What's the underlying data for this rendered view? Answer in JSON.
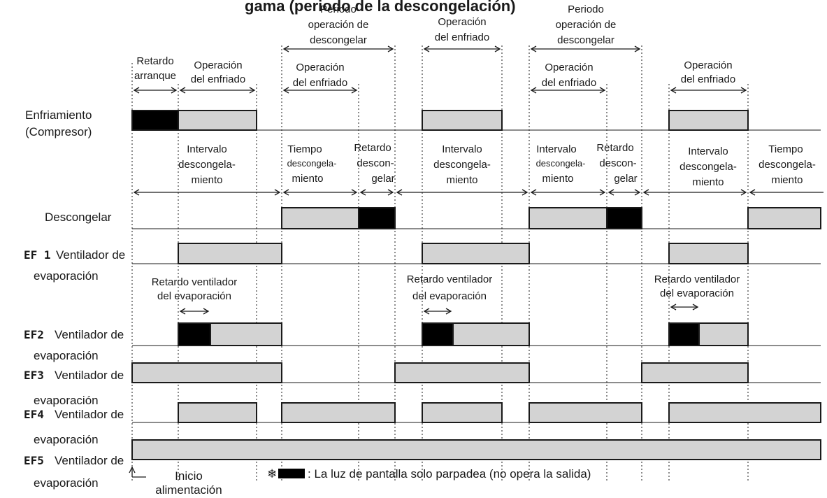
{
  "title_partial": "gama (periodo de la descongelación)",
  "top_labels": {
    "retardo_arranque": [
      "Retardo",
      "arranque"
    ],
    "operacion_enfriado": [
      "Operación",
      "del enfriado"
    ],
    "periodo_descongelar": [
      "Periodo",
      "operación de",
      "descongelar"
    ]
  },
  "interval_labels": {
    "intervalo": [
      "Intervalo",
      "descongela-",
      "miento"
    ],
    "tiempo": [
      "Tiempo",
      "descongela-",
      "miento"
    ],
    "retardo_descongelar": [
      "Retardo",
      "descon-",
      "gelar"
    ]
  },
  "fan_delay_label": [
    "Retardo ventilador",
    "del evaporación"
  ],
  "rows": {
    "enfriamiento": [
      "Enfriamiento",
      "(Compresor)"
    ],
    "descongelar": "Descongelar",
    "ef1_code": "EF 1",
    "ef2_code": "EF2",
    "ef3_code": "EF3",
    "ef4_code": "EF4",
    "ef5_code": "EF5",
    "ventilador": "Ventilador de",
    "evaporacion": "evaporación"
  },
  "footer": {
    "inicio": [
      "Inicio",
      "alimentación"
    ],
    "legend_symbol": "❄",
    "legend_text": ":  La luz de pantalla solo parpadea (no opera la salida)"
  },
  "colors": {
    "operating": "#d3d3d3",
    "blink_only": "#000000"
  }
}
